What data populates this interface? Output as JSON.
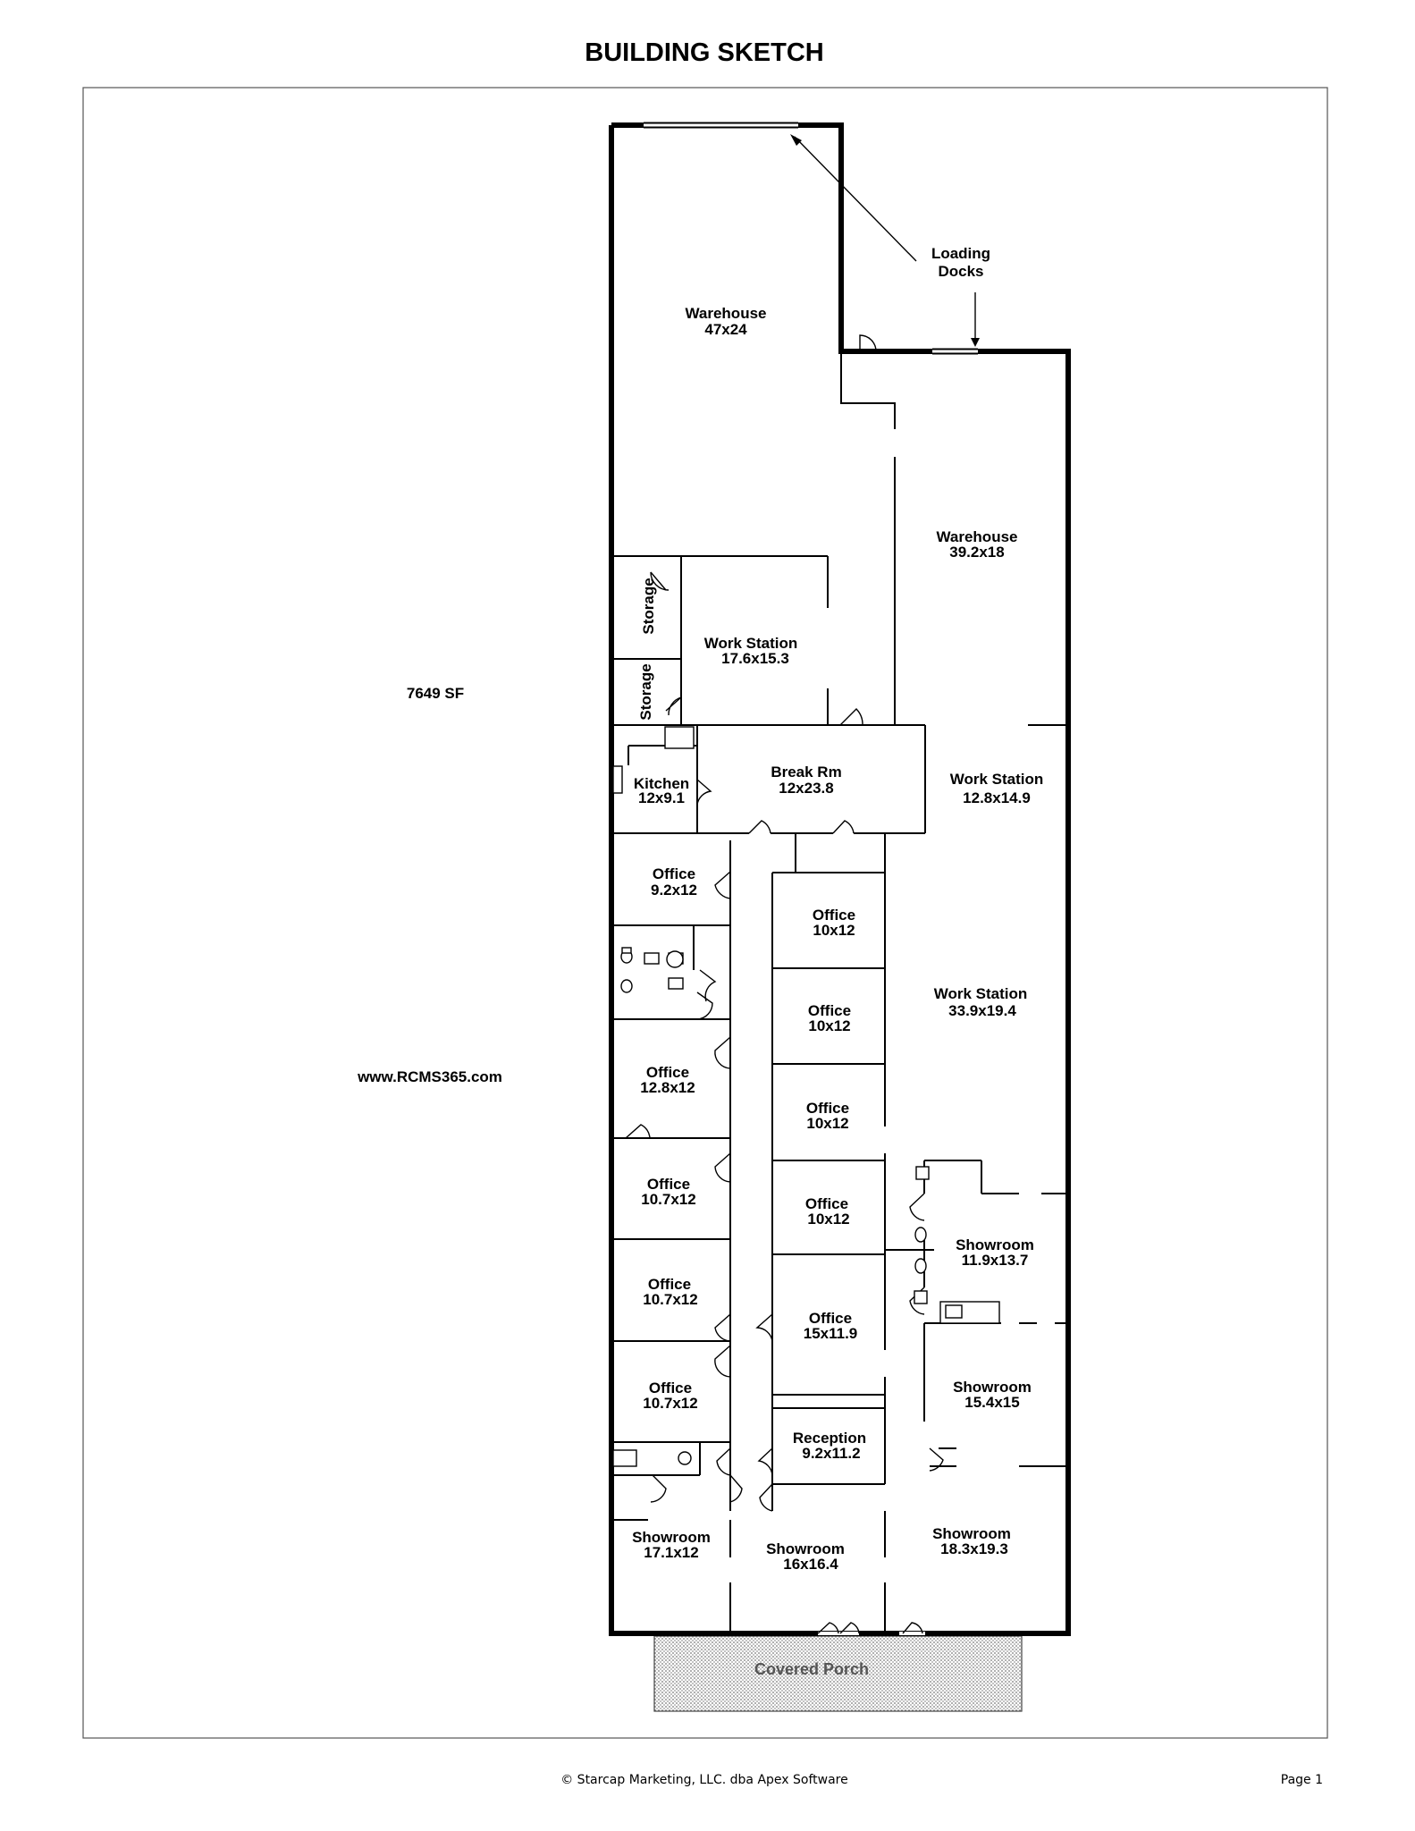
{
  "header": {
    "title": "BUILDING SKETCH"
  },
  "summary": {
    "area": "7649 SF",
    "website": "www.RCMS365.com"
  },
  "callout": {
    "line1": "Loading",
    "line2": "Docks"
  },
  "rooms": [
    {
      "id": "warehouse-1",
      "name": "Warehouse",
      "dims": "47x24"
    },
    {
      "id": "warehouse-2",
      "name": "Warehouse",
      "dims": "39.2x18"
    },
    {
      "id": "storage-1",
      "name": "Storage",
      "dims": ""
    },
    {
      "id": "storage-2",
      "name": "Storage",
      "dims": ""
    },
    {
      "id": "work-station-1",
      "name": "Work Station",
      "dims": "17.6x15.3"
    },
    {
      "id": "kitchen",
      "name": "Kitchen",
      "dims": "12x9.1"
    },
    {
      "id": "break-room",
      "name": "Break Rm",
      "dims": "12x23.8"
    },
    {
      "id": "work-station-2",
      "name": "Work Station",
      "dims": "12.8x14.9"
    },
    {
      "id": "office-1",
      "name": "Office",
      "dims": "9.2x12"
    },
    {
      "id": "office-2",
      "name": "Office",
      "dims": "10x12"
    },
    {
      "id": "work-station-3",
      "name": "Work Station",
      "dims": "33.9x19.4"
    },
    {
      "id": "office-3",
      "name": "Office",
      "dims": "10x12"
    },
    {
      "id": "office-4",
      "name": "Office",
      "dims": "12.8x12"
    },
    {
      "id": "office-5",
      "name": "Office",
      "dims": "10x12"
    },
    {
      "id": "office-6",
      "name": "Office",
      "dims": "10.7x12"
    },
    {
      "id": "office-7",
      "name": "Office",
      "dims": "10x12"
    },
    {
      "id": "showroom-1",
      "name": "Showroom",
      "dims": "11.9x13.7"
    },
    {
      "id": "office-8",
      "name": "Office",
      "dims": "10.7x12"
    },
    {
      "id": "office-9",
      "name": "Office",
      "dims": "15x11.9"
    },
    {
      "id": "showroom-2",
      "name": "Showroom",
      "dims": "15.4x15"
    },
    {
      "id": "office-10",
      "name": "Office",
      "dims": "10.7x12"
    },
    {
      "id": "reception",
      "name": "Reception",
      "dims": "9.2x11.2"
    },
    {
      "id": "showroom-3",
      "name": "Showroom",
      "dims": "17.1x12"
    },
    {
      "id": "showroom-4",
      "name": "Showroom",
      "dims": "16x16.4"
    },
    {
      "id": "showroom-5",
      "name": "Showroom",
      "dims": "18.3x19.3"
    }
  ],
  "porch": {
    "label": "Covered Porch"
  },
  "footer": {
    "copyright": "© Starcap Marketing, LLC. dba Apex Software",
    "page": "Page 1"
  }
}
